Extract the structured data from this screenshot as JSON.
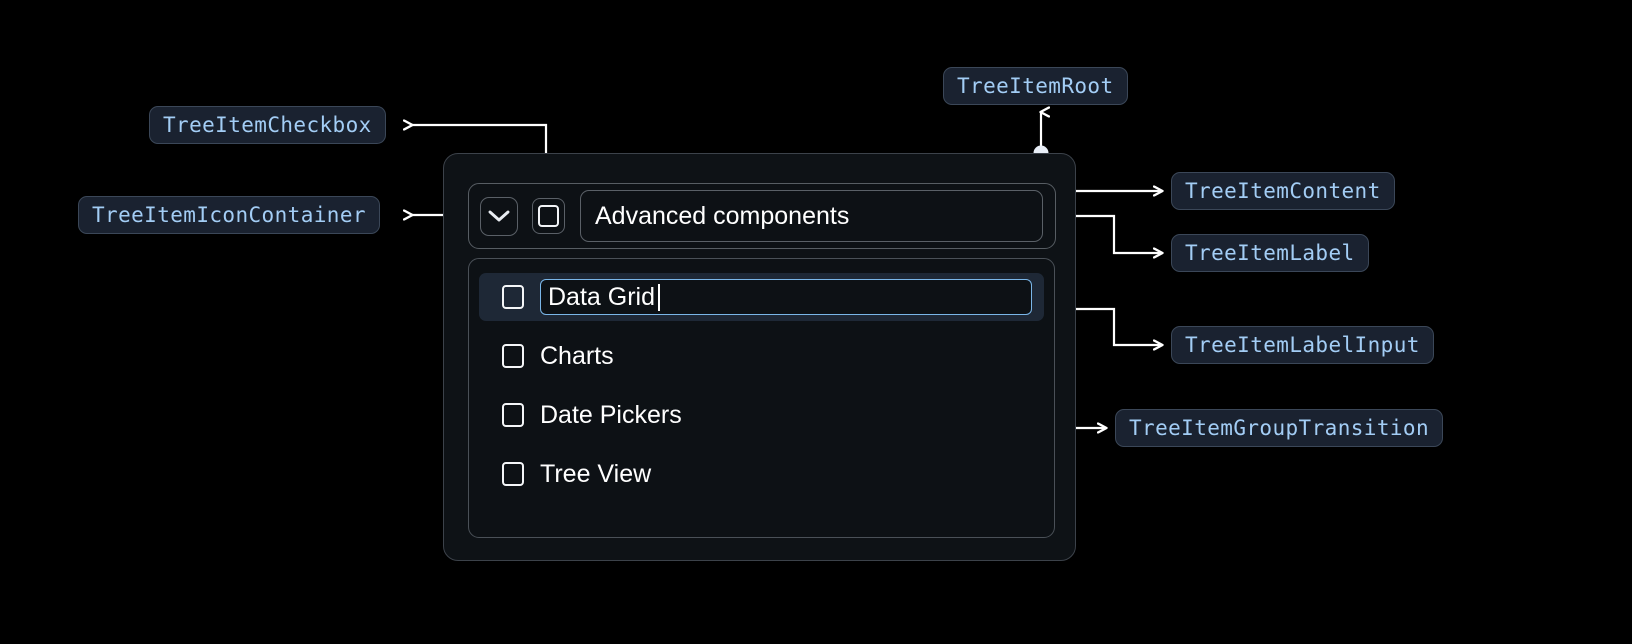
{
  "background_color": "#000000",
  "accent_colors": {
    "chip_bg": "#1a2230",
    "chip_border": "#3b4758",
    "chip_text": "#a3cdf5",
    "card_bg": "#0e1216",
    "card_border": "#3c424a",
    "selected_row_bg": "#1e2836",
    "input_focus_border": "#7ab6e8",
    "connector": "#ffffff"
  },
  "callouts": [
    {
      "id": "tree-item-checkbox",
      "label": "TreeItemCheckbox"
    },
    {
      "id": "tree-item-icon-container",
      "label": "TreeItemIconContainer"
    },
    {
      "id": "tree-item-root",
      "label": "TreeItemRoot"
    },
    {
      "id": "tree-item-content",
      "label": "TreeItemContent"
    },
    {
      "id": "tree-item-label",
      "label": "TreeItemLabel"
    },
    {
      "id": "tree-item-label-input",
      "label": "TreeItemLabelInput"
    },
    {
      "id": "tree-item-group-transition",
      "label": "TreeItemGroupTransition"
    }
  ],
  "tree": {
    "root": {
      "expand_icon": "chevron-down-icon",
      "checkbox": {
        "icon": "checkbox-unchecked-icon",
        "checked": false
      },
      "label": "Advanced components"
    },
    "children": [
      {
        "label": "Data Grid",
        "checked": false,
        "editing": true,
        "selected": true
      },
      {
        "label": "Charts",
        "checked": false,
        "editing": false,
        "selected": false
      },
      {
        "label": "Date Pickers",
        "checked": false,
        "editing": false,
        "selected": false
      },
      {
        "label": "Tree View",
        "checked": false,
        "editing": false,
        "selected": false
      }
    ]
  }
}
